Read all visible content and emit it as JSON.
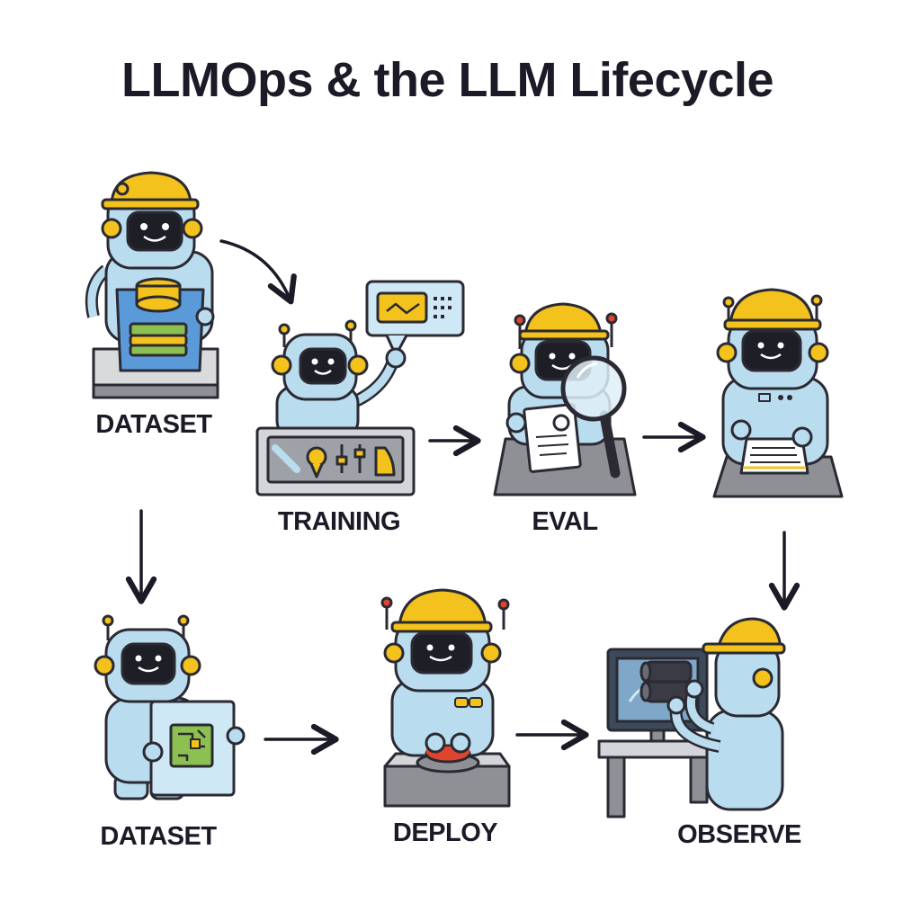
{
  "title": "LLMOps & the LLM Lifecycle",
  "stages": [
    {
      "id": "dataset-top",
      "label": "DATASET"
    },
    {
      "id": "training",
      "label": "TRAINING"
    },
    {
      "id": "eval",
      "label": "EVAL"
    },
    {
      "id": "review",
      "label": ""
    },
    {
      "id": "dataset-bottom",
      "label": "DATASET"
    },
    {
      "id": "deploy",
      "label": "DEPLOY"
    },
    {
      "id": "observe",
      "label": "OBSERVE"
    }
  ],
  "colors": {
    "robot_body": "#b9dcee",
    "outline": "#2b2a33",
    "helmet": "#f3c21c",
    "platform": "#8e9096",
    "screen": "#1e1f26",
    "accent_red": "#e0442e",
    "accent_green": "#8cc152"
  }
}
